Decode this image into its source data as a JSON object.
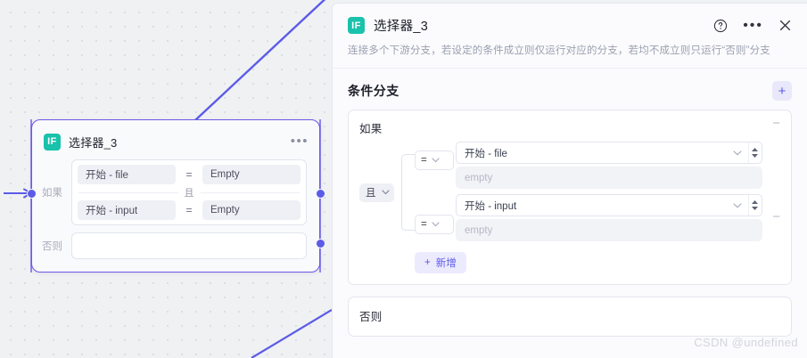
{
  "canvas": {
    "node": {
      "icon_label": "IF",
      "title": "选择器_3",
      "menu_icon": "•••",
      "if_label": "如果",
      "else_label": "否则",
      "conditions": [
        {
          "left": "开始 - file",
          "op": "=",
          "right": "Empty"
        },
        {
          "left": "开始 - input",
          "op": "=",
          "right": "Empty"
        }
      ],
      "joiner": "且"
    }
  },
  "panel": {
    "header": {
      "icon_label": "IF",
      "title": "选择器_3",
      "description": "连接多个下游分支，若设定的条件成立则仅运行对应的分支，若均不成立则只运行“否则”分支",
      "help_icon": "?",
      "more_icon": "•••",
      "close_icon": "✕"
    },
    "section": {
      "title": "条件分支",
      "add_icon": "+"
    },
    "branch": {
      "label": "如果",
      "collapse_icon": "−",
      "logic": {
        "value": "且",
        "chevron": "⌄"
      },
      "rows": [
        {
          "operator": "=",
          "operator_chevron": "⌄",
          "field_value": "开始 - file",
          "field_chevron": "⌄",
          "value_placeholder": "empty"
        },
        {
          "operator": "=",
          "operator_chevron": "⌄",
          "field_value": "开始 - input",
          "field_chevron": "⌄",
          "value_placeholder": "empty"
        }
      ],
      "row_remove_icon": "−",
      "add_button": {
        "icon": "+",
        "label": "新增"
      }
    },
    "else_card": {
      "label": "否则"
    }
  },
  "watermark": "CSDN @undefined",
  "colors": {
    "accent_purple": "#5b5be8",
    "if_badge_teal": "#19c2ab",
    "canvas_bg": "#f0f1f3",
    "panel_bg": "#fbfbfd"
  }
}
